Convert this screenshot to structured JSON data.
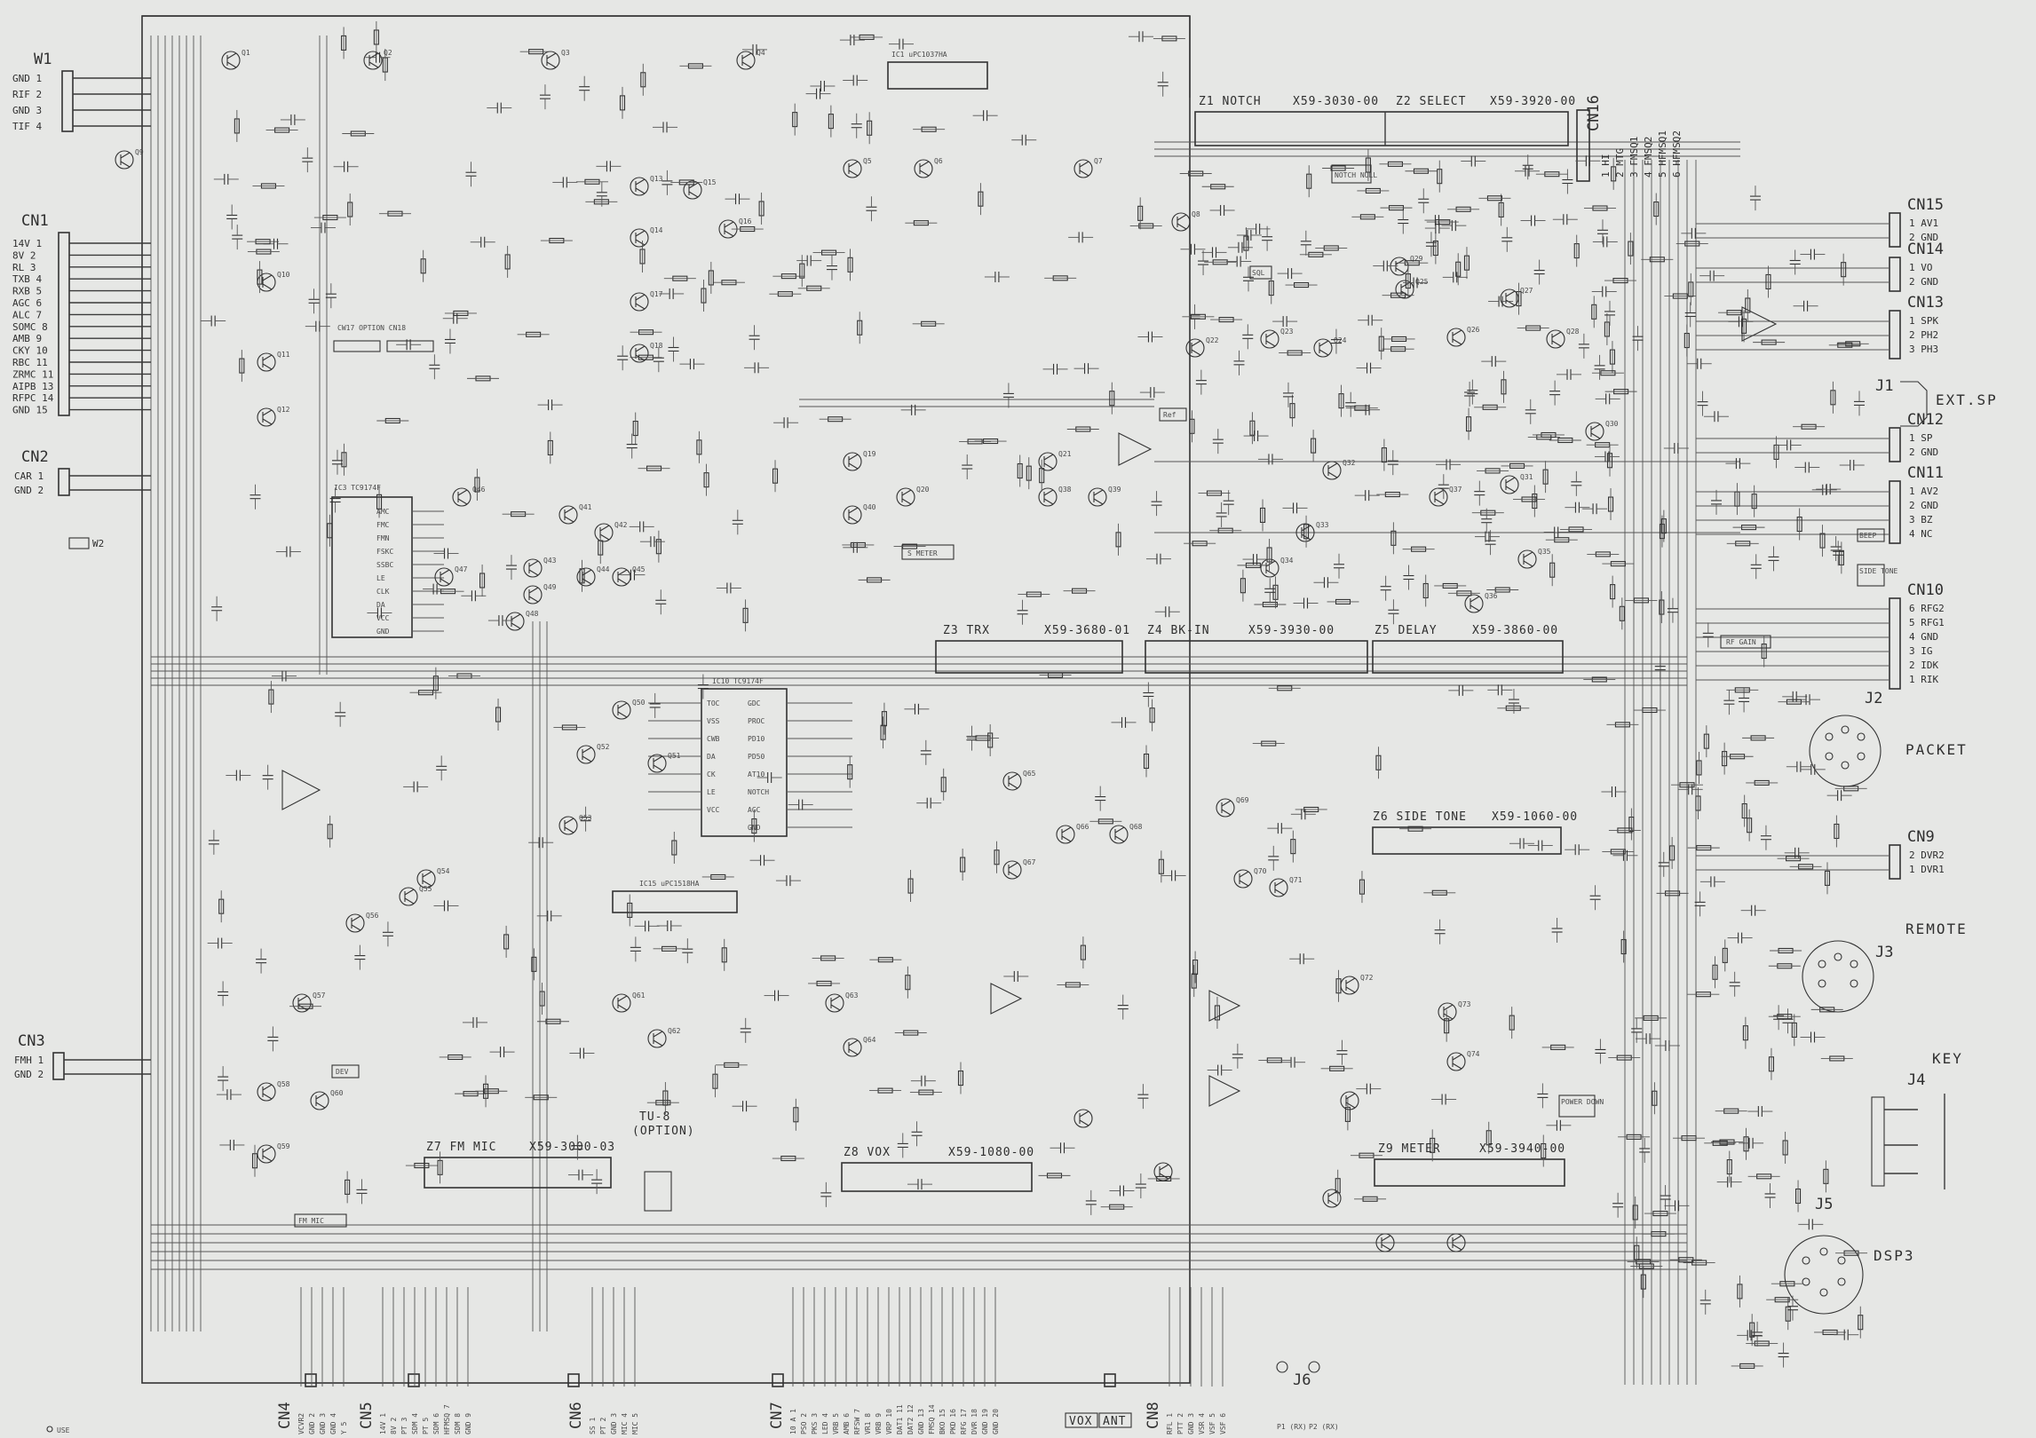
{
  "connectors": {
    "w1": {
      "title": "W1",
      "pins": [
        "GND 1",
        "RIF 2",
        "GND 3",
        "TIF 4"
      ]
    },
    "cn1": {
      "title": "CN1",
      "pins": [
        "14V 1",
        "8V 2",
        "RL 3",
        "TXB 4",
        "RXB 5",
        "AGC 6",
        "ALC 7",
        "SOMC 8",
        "AMB 9",
        "CKY 10",
        "RBC 11",
        "ZRMC 11",
        "AIPB 13",
        "RFPC 14",
        "GND 15"
      ]
    },
    "cn2": {
      "title": "CN2",
      "pins": [
        "CAR 1",
        "GND 2"
      ]
    },
    "cn3": {
      "title": "CN3",
      "pins": [
        "FMH 1",
        "GND 2"
      ]
    },
    "cn15": {
      "title": "CN15",
      "pins": [
        "1 AV1",
        "2 GND"
      ]
    },
    "cn14": {
      "title": "CN14",
      "pins": [
        "1 VO",
        "2 GND"
      ]
    },
    "cn13": {
      "title": "CN13",
      "pins": [
        "1 SPK",
        "2 PH2",
        "3 PH3"
      ]
    },
    "cn12": {
      "title": "CN12",
      "pins": [
        "1 SP",
        "2 GND"
      ]
    },
    "cn11": {
      "title": "CN11",
      "pins": [
        "1 AV2",
        "2 GND",
        "3 BZ",
        "4 NC"
      ]
    },
    "cn10": {
      "title": "CN10",
      "pins": [
        "6 RFG2",
        "5 RFG1",
        "4 GND",
        "3 IG",
        "2 IDK",
        "1 RIK"
      ]
    },
    "cn9": {
      "title": "CN9",
      "pins": [
        "2 DVR2",
        "1 DVR1"
      ]
    },
    "cn16": {
      "title": "CN16",
      "pins": [
        "1 HI",
        "2 MTG",
        "3 FMSQ1",
        "4 FMSQ2",
        "5 HFMSQ1",
        "6 HFMSQ2"
      ]
    }
  },
  "right_labels": {
    "ext_sp": "EXT.SP",
    "j1": "J1",
    "j2": "J2",
    "packet": "PACKET",
    "remote": "REMOTE",
    "j3": "J3",
    "key": "KEY",
    "j4": "J4",
    "j5": "J5",
    "dsp3": "DSP3"
  },
  "blocks": {
    "z1": "Z1 NOTCH",
    "z1_part": "X59-3030-00",
    "z2": "Z2 SELECT",
    "z2_part": "X59-3920-00",
    "z3": "Z3 TRX",
    "z3_part": "X59-3680-01",
    "z4": "Z4 BK-IN",
    "z4_part": "X59-3930-00",
    "z5": "Z5 DELAY",
    "z5_part": "X59-3860-00",
    "z6": "Z6 SIDE TONE",
    "z6_part": "X59-1060-00",
    "z7": "Z7 FM MIC",
    "z7_part": "X59-3000-03",
    "z8": "Z8 VOX",
    "z8_part": "X59-1080-00",
    "z9": "Z9 METER",
    "z9_part": "X59-3940-00",
    "tu8": "TU-8",
    "tu8_opt": "(OPTION)",
    "ic1": "IC1 uPC1037HA",
    "ic3": "IC3 TC9174F",
    "ic10": "IC10 TC9174F",
    "ic15": "IC15 uPC1518HA",
    "cw17": "CW17 OPTION CN18"
  },
  "ic3_pins": [
    "AMC",
    "FMC",
    "FMN",
    "FSKC",
    "SSBC",
    "LE",
    "CLK",
    "DA",
    "VCC",
    "GND"
  ],
  "ic10_pins": [
    "TOC",
    "VSS",
    "CWB",
    "DA",
    "CK",
    "LE",
    "VCC",
    "GDC",
    "PROC",
    "PD10",
    "PD50",
    "AT10",
    "NOTCH",
    "AGC",
    "GND"
  ],
  "part_labels": [
    "Q1",
    "Q2",
    "Q3",
    "Q4",
    "Q5",
    "Q6",
    "Q7",
    "Q8",
    "Q9",
    "Q10",
    "Q11",
    "Q12",
    "Q13",
    "Q14",
    "Q15",
    "Q16",
    "Q17",
    "Q18",
    "Q19",
    "Q20",
    "Q21",
    "Q22",
    "Q23",
    "Q24",
    "Q25",
    "Q26",
    "Q27",
    "Q28",
    "Q29",
    "Q30",
    "Q31",
    "Q32",
    "Q33",
    "Q34",
    "Q35",
    "Q36",
    "Q37",
    "Q38",
    "Q39",
    "Q40",
    "Q41",
    "Q42",
    "Q43",
    "Q44",
    "Q45",
    "Q46",
    "Q47",
    "Q48",
    "Q49",
    "Q50",
    "Q51",
    "Q52",
    "Q53",
    "Q54",
    "Q55",
    "Q56",
    "Q57",
    "Q58",
    "Q59",
    "Q60",
    "Q61",
    "Q62",
    "Q63",
    "Q64",
    "Q65",
    "Q66",
    "Q67",
    "Q68",
    "Q69",
    "Q70",
    "Q71",
    "Q72",
    "Q73",
    "Q74"
  ],
  "bottom_connectors": {
    "cn4": {
      "title": "CN4",
      "pins": [
        "VCVR2",
        "GND 2",
        "GND 3",
        "GND 4",
        "Y 5"
      ]
    },
    "cn5": {
      "title": "CN5",
      "pins": [
        "14V 1",
        "8V 2",
        "PT 3",
        "SDM 4",
        "PT 5",
        "SDM 6",
        "HFMSQ 7",
        "SDM 8",
        "GND 9"
      ]
    },
    "cn6": {
      "title": "CN6",
      "pins": [
        "SS 1",
        "PT 2",
        "GND 3",
        "MIC 4",
        "MIC 5"
      ]
    },
    "cn7": {
      "title": "CN7",
      "pins": [
        "10 A 1",
        "PSO 2",
        "PKS 3",
        "LED 4",
        "VRB 5",
        "AMB 6",
        "RFSW 7",
        "VR1 8",
        "VRB 9",
        "VRP 10",
        "DAT1 11",
        "DAT2 12",
        "GND 13",
        "FMSQ 14",
        "BKO 15",
        "PKD 16",
        "RFG 17",
        "DVR 18",
        "GND 19",
        "GND 20"
      ]
    },
    "cn8": {
      "title": "CN8",
      "pins": [
        "RFL 1",
        "PTT 2",
        "GND 3",
        "VSR 4",
        "VSF 5",
        "VSF 6"
      ]
    },
    "vox": "VOX",
    "ant": "ANT",
    "j6": "J6",
    "j7_left": "P1 (RX)",
    "j7_right": "P2 (RX)"
  },
  "sheet_note": "USE",
  "ref_labels": {
    "ref": "Ref",
    "s_meter": "S METER",
    "notch_null": "NOTCH NULL",
    "rf_gain": "RF GAIN",
    "side_tone": "SIDE TONE",
    "beep": "BEEP",
    "sql": "SQL",
    "power_down": "POWER DOWN",
    "fm_mic": "FM MIC",
    "dev": "DEV"
  }
}
